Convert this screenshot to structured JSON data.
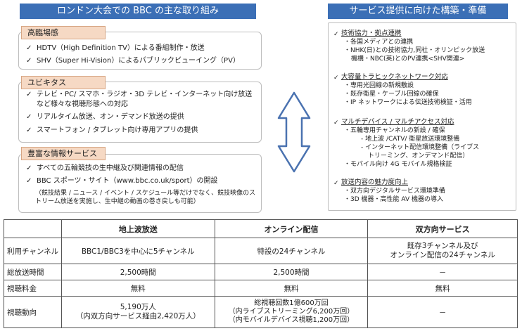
{
  "left_title": "ロンドン大会での BBC の主な取り組み",
  "right_title": "サービス提供に向けた構築・準備",
  "left_sections": [
    {
      "tag": "高臨場感",
      "items": [
        "HDTV（High Definition TV）による番組制作・放送",
        "SHV（Super Hi-Vision）によるパブリックビューイング（PV）"
      ]
    },
    {
      "tag": "ユビキタス",
      "items": [
        "テレビ・PC/ スマホ・ラジオ・3D テレビ・インターネット向け放送など様々な視聴形態への対応",
        "リアルタイム放送、オン・デマンド放送の提供",
        "スマートフォン / タブレット向け専用アプリの提供"
      ]
    },
    {
      "tag": "豊富な情報サービス",
      "items": [
        "すべての五輪競技の生中継及び関連情報の配信",
        "BBC スポーツ・サイト（www.bbc.co.uk/sport）の開設"
      ],
      "note": "（競技結果 / ニュース / イベント / スケジュール等だけでなく、競技映像のストリーム放送を実施し、生中継の動画の巻き戻しも可能）"
    }
  ],
  "right_sections": [
    {
      "heading": "技術協力・拠点連携",
      "lines": [
        "各国メディアとの連携",
        "NHK(日)との技術協力,同社・オリンピック放送",
        "機構・NBC(英)とのPV連携<SHV関連>"
      ]
    },
    {
      "heading": "大容量トラヒックネットワーク対応",
      "lines": [
        "専用光回線の新規敷設",
        "既存衛星・ケーブル回線の確保",
        "IP ネットワークによる伝送技術検証・活用"
      ]
    },
    {
      "heading": "マルチデバイス / マルチアクセス対応",
      "lines": [
        "五輪専用チャンネルの新設 / 確保",
        "- 地上波 /CATV/ 衛星放送環境整備",
        "- インターネット配信環境整備（ライブス",
        "トリーミング、オンデマンド配信）",
        "モバイル向け 4G モバイル規格検証"
      ]
    },
    {
      "heading": "放送内容の魅力度向上",
      "lines": [
        "双方向デジタルサービス環境準備",
        "3D 機器・高性能 AV 機器の導入"
      ]
    }
  ],
  "table": {
    "headers": [
      "",
      "地上波放送",
      "オンライン配信",
      "双方向サービス"
    ],
    "rows": [
      [
        "利用チャンネル",
        "BBC1/BBC3を中心に5チャンネル",
        "特設の24チャンネル",
        "既存3チャンネル及び\nオンライン配信の24チャンネル"
      ],
      [
        "総放送時間",
        "2,500時間",
        "2,500時間",
        "－"
      ],
      [
        "視聴料金",
        "無料",
        "無料",
        "無料"
      ],
      [
        "視聴動向",
        "5,190万人\n（内双方向サービス経由2,420万人）",
        "総視聴回数1億600万回\n（内ライブストリーミング6,200万回）\n（内モバイルデバイス視聴1,200万回）",
        "－"
      ]
    ]
  },
  "colors": {
    "banner": "#3b6fb6",
    "tag": "#f6d9c4",
    "arrow": "#4a72b0"
  }
}
